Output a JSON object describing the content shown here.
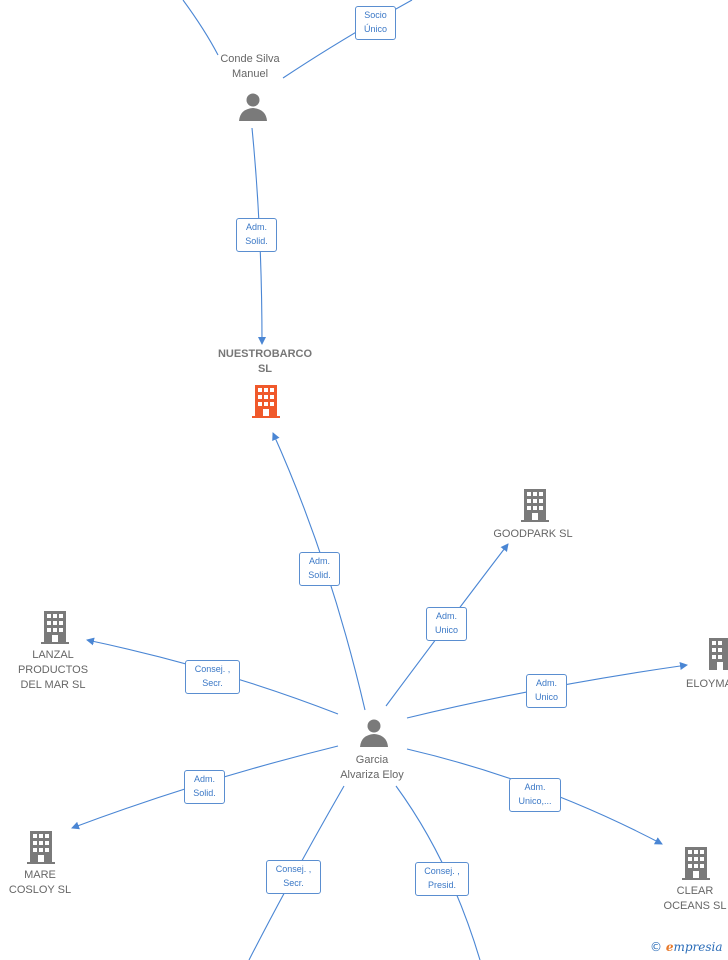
{
  "colors": {
    "edge": "#4a86d4",
    "person": "#7a7a7a",
    "company": "#7a7a7a",
    "highlight": "#f0592b"
  },
  "nodes": {
    "conde": {
      "label": "Conde Silva\nManuel",
      "icon": "person-icon"
    },
    "nuestrobarco": {
      "label": "NUESTROBARCO\nSL",
      "icon": "building-icon"
    },
    "goodpark": {
      "label": "GOODPARK SL",
      "icon": "building-icon"
    },
    "lanzal": {
      "label": "LANZAL\nPRODUCTOS\nDEL MAR SL",
      "icon": "building-icon"
    },
    "eloyma": {
      "label": "ELOYMA",
      "icon": "building-icon"
    },
    "garcia": {
      "label": "Garcia\nAlvariza Eloy",
      "icon": "person-icon"
    },
    "mare": {
      "label": "MARE\nCOSLOY SL",
      "icon": "building-icon"
    },
    "clear": {
      "label": "CLEAR\nOCEANS SL",
      "icon": "building-icon"
    }
  },
  "edge_labels": {
    "socio_unico": "Socio\nÚnico",
    "adm_solid_top": "Adm.\nSolid.",
    "adm_solid_mid": "Adm.\nSolid.",
    "adm_unico_goodpark": "Adm.\nUnico",
    "consej_secr_lanzal": "Consej. ,\nSecr.",
    "adm_unico_eloyma": "Adm.\nUnico",
    "adm_solid_mare": "Adm.\nSolid.",
    "adm_unico_clear": "Adm.\nUnico,...",
    "consej_secr_bottom": "Consej. ,\nSecr.",
    "consej_presid_bottom": "Consej. ,\nPresid."
  },
  "brand": {
    "copyright": "©",
    "e": "e",
    "rest": "mpresia"
  }
}
